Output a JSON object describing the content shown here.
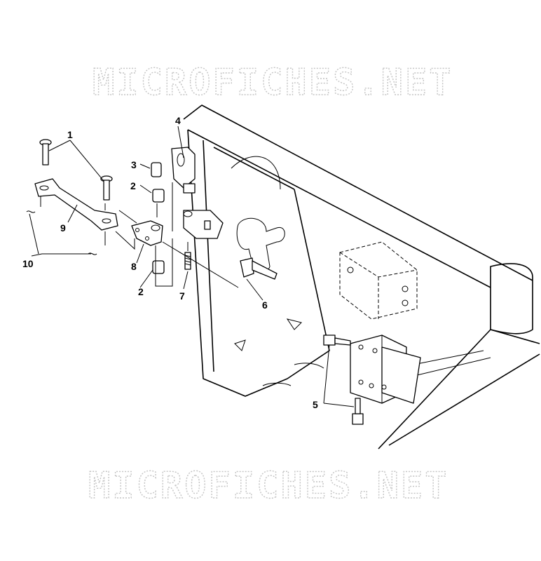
{
  "watermark": {
    "text": "MICROFICHES.NET"
  },
  "callouts": [
    {
      "id": "1",
      "label": "1"
    },
    {
      "id": "2a",
      "label": "2"
    },
    {
      "id": "2b",
      "label": "2"
    },
    {
      "id": "3",
      "label": "3"
    },
    {
      "id": "4",
      "label": "4"
    },
    {
      "id": "5",
      "label": "5"
    },
    {
      "id": "6",
      "label": "6"
    },
    {
      "id": "7",
      "label": "7"
    },
    {
      "id": "8",
      "label": "8"
    },
    {
      "id": "9",
      "label": "9"
    },
    {
      "id": "10",
      "label": "10"
    }
  ]
}
